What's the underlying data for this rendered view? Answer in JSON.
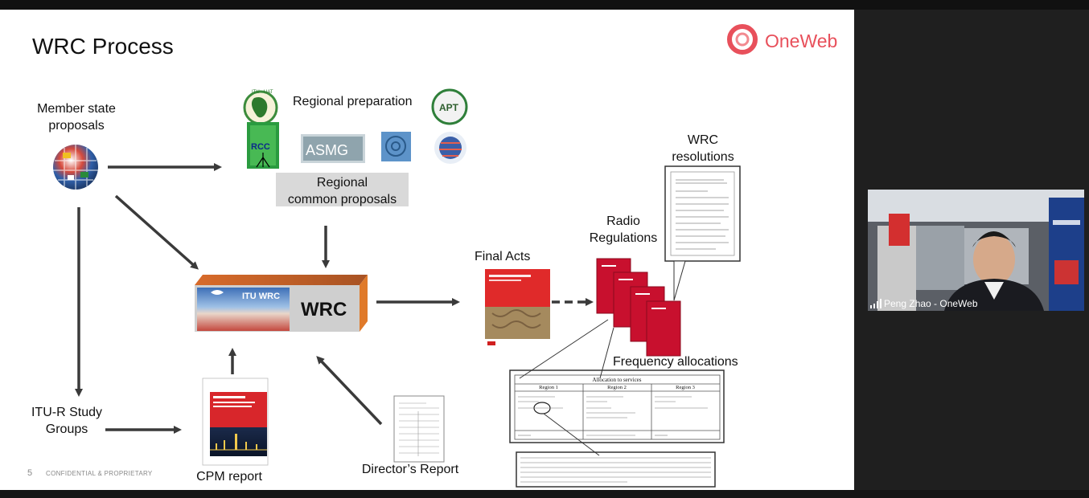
{
  "slide": {
    "title": "WRC Process",
    "brand": "OneWeb",
    "labels": {
      "member_state": [
        "Member state",
        "proposals"
      ],
      "regional_prep": "Regional preparation",
      "regional_common": [
        "Regional",
        "common proposals"
      ],
      "wrc_box": "WRC",
      "final_acts": "Final Acts",
      "radio_regs": [
        "Radio",
        "Regulations"
      ],
      "wrc_resolutions": [
        "WRC",
        "resolutions"
      ],
      "freq_alloc": "Frequency allocations",
      "study_groups": [
        "ITU-R Study",
        "Groups"
      ],
      "cpm_report": "CPM report",
      "directors_report": "Director’s Report"
    },
    "org_logos": [
      "ATU",
      "RCC",
      "ASMG",
      "CEPT",
      "APT",
      "CITEL"
    ],
    "alloc_table": {
      "caption": "Allocation to services",
      "headers": [
        "Region 1",
        "Region 2",
        "Region 3"
      ]
    },
    "footer": {
      "page": "5",
      "confidential": "CONFIDENTIAL & PROPRIETARY"
    }
  },
  "video": {
    "participant": "Peng Zhao - OneWeb"
  },
  "colors": {
    "brand": "#e8505b",
    "arrow": "#3a3a3a",
    "wrc_side": "#e07a2a",
    "regs_red": "#c8102e"
  }
}
